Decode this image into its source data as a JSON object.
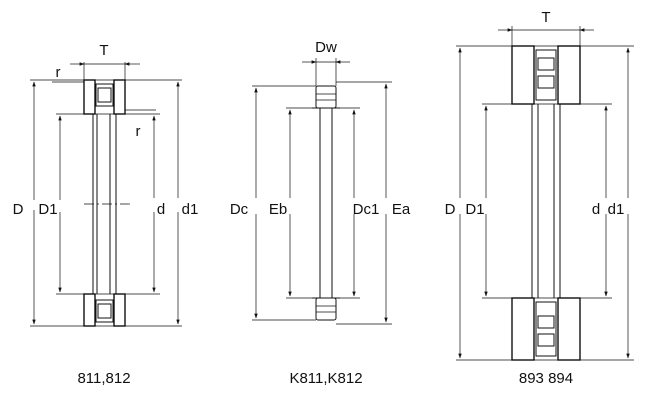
{
  "labels": {
    "left_T": "T",
    "left_r_top": "r",
    "left_r_right": "r",
    "left_D": "D",
    "left_D1": "D1",
    "left_d": "d",
    "left_d1": "d1",
    "mid_Dw": "Dw",
    "mid_Dc": "Dc",
    "mid_Eb": "Eb",
    "mid_Dc1": "Dc1",
    "mid_Ea": "Ea",
    "right_T": "T",
    "right_D": "D",
    "right_D1": "D1",
    "right_d": "d",
    "right_d1": "d1"
  },
  "captions": {
    "left": "811,812",
    "middle": "K811,K812",
    "right": "893 894"
  }
}
